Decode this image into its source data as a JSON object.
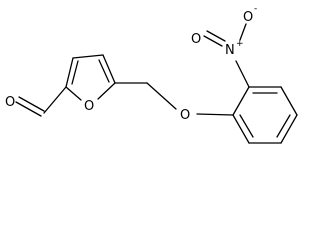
{
  "molecule": {
    "atoms": {
      "aldehyde_o": "O",
      "furan_o": "O",
      "ether_o": "O",
      "nitro_n": "N",
      "nitro_n_charge": "+",
      "nitro_o_double": "O",
      "nitro_o_single": "O",
      "nitro_o_charge": "-"
    }
  }
}
